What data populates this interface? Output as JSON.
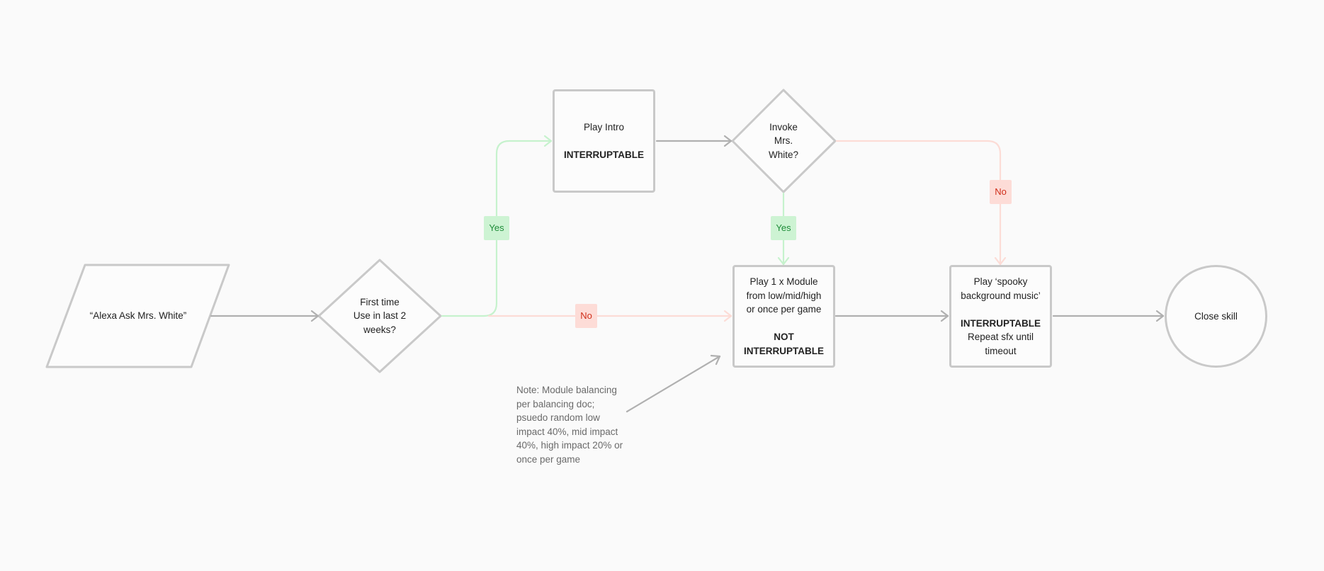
{
  "colors": {
    "background": "#fafafa",
    "node_border": "#c9c9c9",
    "node_fill": "#fcfcfc",
    "connector_gray": "#b0b0b0",
    "connector_yes": "#c6f2cd",
    "connector_no": "#fcdcd6",
    "yes_badge_bg": "#cdf3d3",
    "yes_badge_text": "#1f8d3a",
    "no_badge_bg": "#fddcd7",
    "no_badge_text": "#d02e1a",
    "note_text": "#6a6a6a"
  },
  "nodes": {
    "start": {
      "shape": "parallelogram",
      "text": "“Alexa Ask Mrs. White”"
    },
    "first_time": {
      "shape": "diamond",
      "lines": [
        "First time",
        "Use in last 2",
        "weeks?"
      ]
    },
    "play_intro": {
      "shape": "rectangle",
      "title": "Play Intro",
      "flag": "INTERRUPTABLE"
    },
    "invoke": {
      "shape": "diamond",
      "lines": [
        "Invoke",
        "Mrs.",
        "White?"
      ]
    },
    "play_module": {
      "shape": "rectangle",
      "lines": [
        "Play 1 x Module",
        "from low/mid/high",
        "or once per game"
      ],
      "flag_lines": [
        "NOT",
        "INTERRUPTABLE"
      ]
    },
    "spooky": {
      "shape": "rectangle",
      "lines": [
        "Play ‘spooky",
        "background music’"
      ],
      "flag": "INTERRUPTABLE",
      "sub_lines": [
        "Repeat sfx until",
        "timeout"
      ]
    },
    "close": {
      "shape": "circle",
      "text": "Close skill"
    }
  },
  "connectors": [
    {
      "from": "start",
      "to": "first_time",
      "kind": "default"
    },
    {
      "from": "first_time",
      "to": "play_intro",
      "kind": "yes",
      "label": "Yes"
    },
    {
      "from": "first_time",
      "to": "play_module",
      "kind": "no",
      "label": "No"
    },
    {
      "from": "play_intro",
      "to": "invoke",
      "kind": "default"
    },
    {
      "from": "invoke",
      "to": "play_module",
      "kind": "yes",
      "label": "Yes"
    },
    {
      "from": "invoke",
      "to": "spooky",
      "kind": "no",
      "label": "No"
    },
    {
      "from": "play_module",
      "to": "spooky",
      "kind": "default"
    },
    {
      "from": "spooky",
      "to": "close",
      "kind": "default"
    },
    {
      "from": "note",
      "to": "play_module",
      "kind": "annotation"
    }
  ],
  "labels": {
    "yes_first": "Yes",
    "no_first": "No",
    "yes_invoke": "Yes",
    "no_invoke": "No"
  },
  "note": {
    "lines": [
      "Note: Module balancing",
      "per balancing doc;",
      "psuedo random low",
      "impact 40%, mid impact",
      "40%, high impact 20% or",
      "once per game"
    ]
  }
}
